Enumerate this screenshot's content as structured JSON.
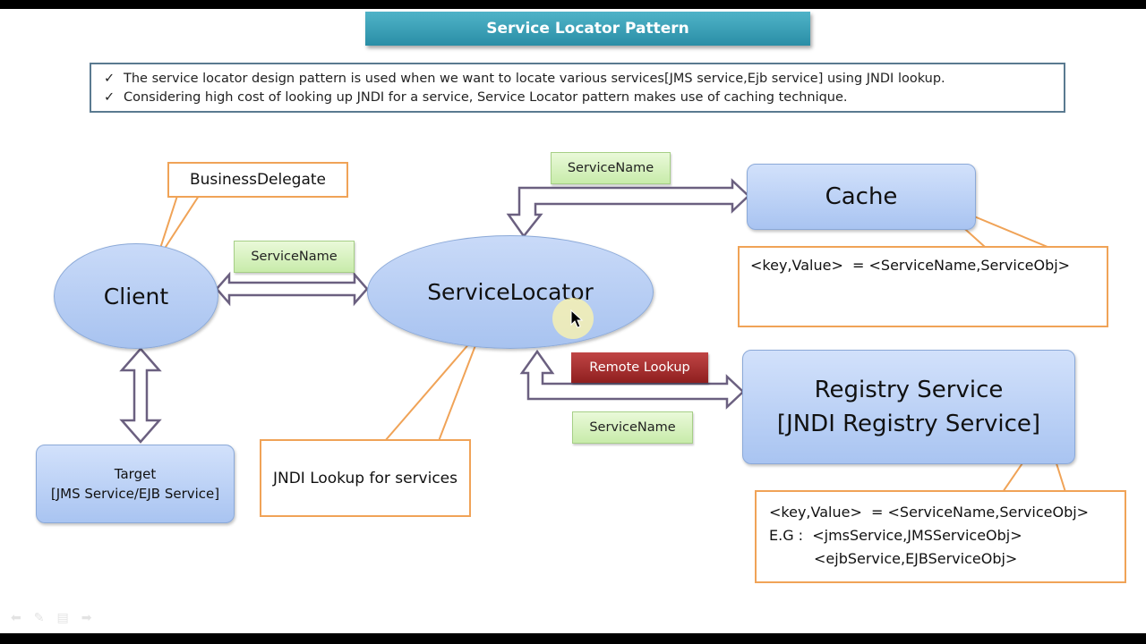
{
  "title": "Service Locator Pattern",
  "intro": {
    "lines": [
      "The service locator design pattern is used when we want to locate various services[JMS service,Ejb service] using JNDI lookup.",
      "Considering high cost of looking up JNDI for a service, Service Locator pattern makes use of caching technique."
    ]
  },
  "nodes": {
    "client": "Client",
    "service_locator": "ServiceLocator",
    "cache": "Cache",
    "registry_line1": "Registry Service",
    "registry_line2": "[JNDI Registry Service]",
    "target_line1": "Target",
    "target_line2": "[JMS Service/EJB Service]"
  },
  "labels": {
    "service_name_cache": "ServiceName",
    "service_name_client": "ServiceName",
    "service_name_registry": "ServiceName",
    "remote_lookup": "Remote Lookup"
  },
  "callouts": {
    "business_delegate": "BusinessDelegate",
    "jndi_lookup": "JNDI Lookup for services",
    "cache_kv": "<key,Value>  = <ServiceName,ServiceObj>",
    "registry_kv": "<key,Value>  = <ServiceName,ServiceObj>",
    "registry_eg1": "E.G :  <jmsService,JMSServiceObj>",
    "registry_eg2": "<ejbService,EJBServiceObj>"
  },
  "colors": {
    "callout_border": "#f0a357",
    "arrow_stroke": "#6b6080",
    "node_fill": "#b7cdf4"
  }
}
